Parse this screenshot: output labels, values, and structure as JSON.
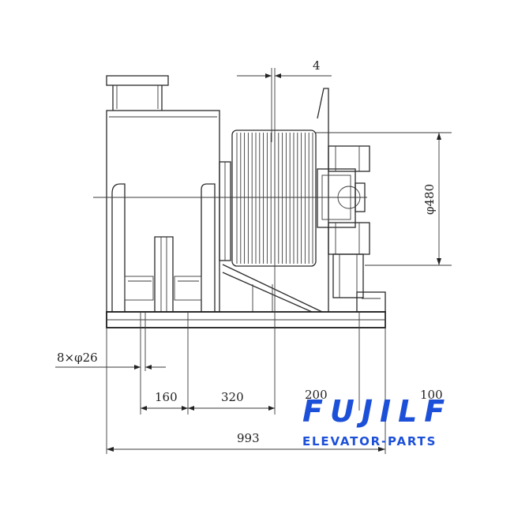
{
  "dimensions": {
    "gap": "4",
    "diameter": "φ480",
    "holes": "8×φ26",
    "d1": "160",
    "d2": "320",
    "d3": "200",
    "d4": "100",
    "total": "993"
  },
  "brand": {
    "name": "FUJILF",
    "subtitle": "ELEVATOR-PARTS",
    "color": "#1d50d8"
  }
}
